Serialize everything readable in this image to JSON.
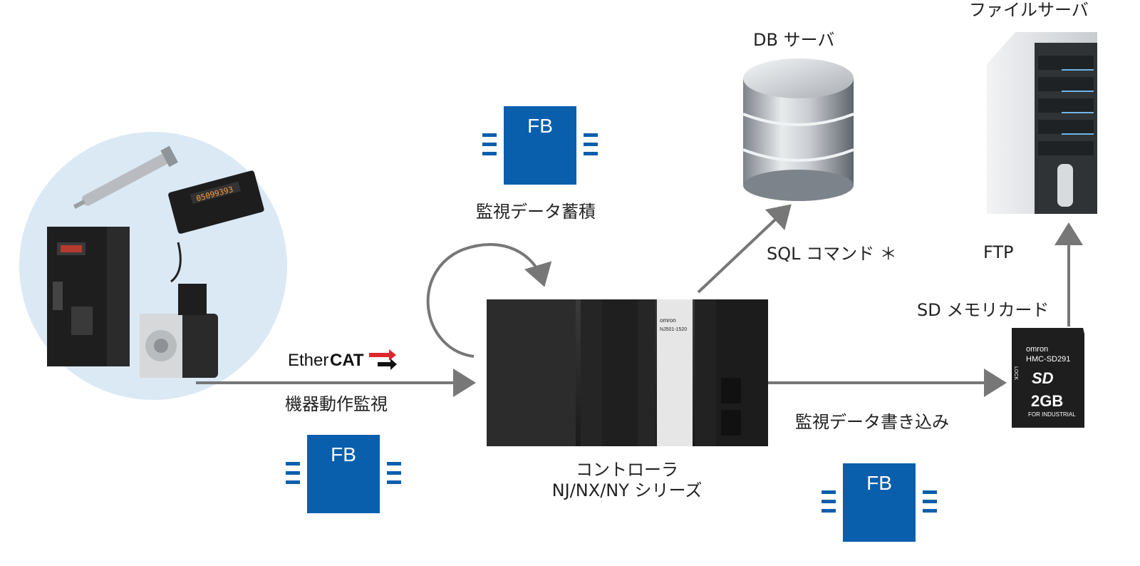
{
  "labels": {
    "file_server": "ファイルサーバ",
    "db_server": "DB サーバ",
    "fb_store": "監視データ蓄積",
    "sql": "SQL コマンド ＊",
    "ftp": "FTP",
    "sd_card": "SD メモリカード",
    "ethercat_prefix": "Ether",
    "ethercat_suffix": "CAT",
    "monitoring": "機器動作監視",
    "write": "監視データ書き込み",
    "controller_line1": "コントローラ",
    "controller_line2": "NJ/NX/NY シリーズ"
  },
  "fb_label": "FB",
  "controller": {
    "brand": "omron",
    "model": "NJ501-1520"
  },
  "sd": {
    "brand": "omron",
    "model": "HMC-SD291",
    "logo": "SD",
    "capacity": "2GB",
    "note": "FOR INDUSTRIAL",
    "lock": "LOCK"
  },
  "colors": {
    "fb_blue": "#0a5fad",
    "arrow_gray": "#777777",
    "ethercat_red": "#e0262b",
    "circle_bg": "#dbe9f5"
  },
  "icons": [
    "db-server-icon",
    "file-server-icon",
    "controller-icon",
    "sd-card-icon",
    "devices-icon",
    "ethercat-logo-icon"
  ]
}
